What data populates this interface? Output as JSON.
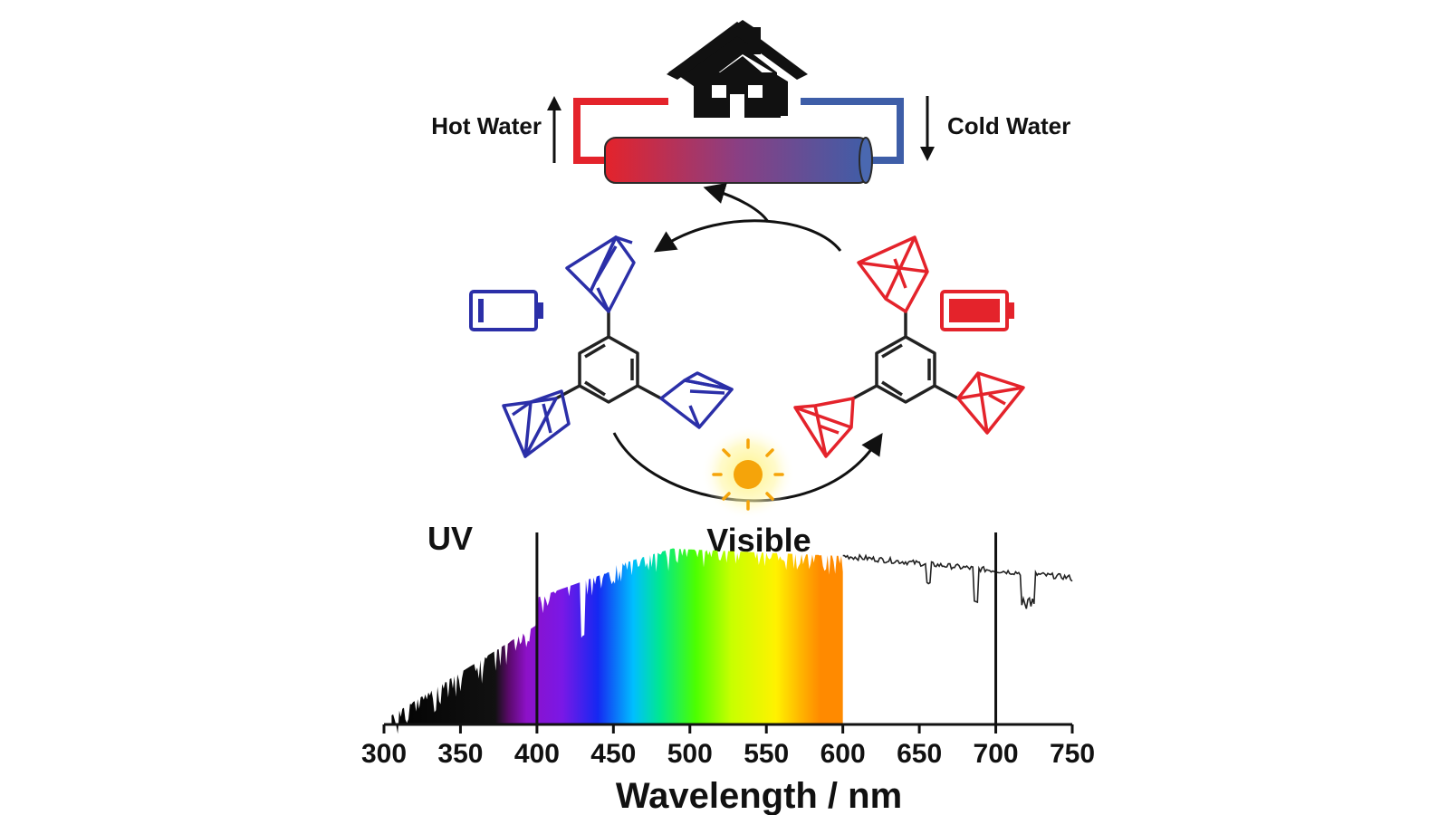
{
  "labels": {
    "hot_water": "Hot Water",
    "cold_water": "Cold Water",
    "uv": "UV",
    "visible": "Visible",
    "x_axis_title": "Wavelength / nm"
  },
  "icons": {
    "house": "house-icon",
    "sun": "sun-icon",
    "empty_battery": "battery-empty-icon",
    "full_battery": "battery-full-icon"
  },
  "colors": {
    "hot": "#e4232b",
    "cold": "#3e5ea8",
    "molecule_blue": "#2b2fa8",
    "molecule_red": "#e4232b",
    "sun": "#f5a40a"
  },
  "spectrum": {
    "ticks": [
      300,
      350,
      400,
      450,
      500,
      550,
      600,
      650,
      700,
      750
    ],
    "uv_visible_boundary_nm": 400,
    "visible_end_nm": 600,
    "marker_nm": 700,
    "xlim": [
      300,
      750
    ]
  }
}
